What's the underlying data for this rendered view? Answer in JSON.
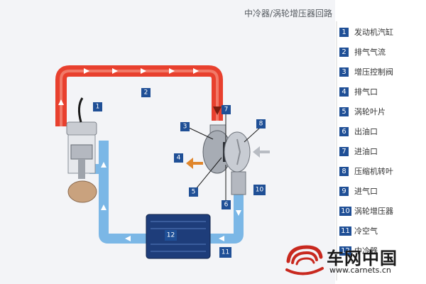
{
  "title": "中冷器/涡轮增压器回路",
  "legend": [
    {
      "num": "1",
      "label": "发动机汽缸"
    },
    {
      "num": "2",
      "label": "排气气流"
    },
    {
      "num": "3",
      "label": "增压控制阀"
    },
    {
      "num": "4",
      "label": "排气口"
    },
    {
      "num": "5",
      "label": "涡轮叶片"
    },
    {
      "num": "6",
      "label": "出油口"
    },
    {
      "num": "7",
      "label": "进油口"
    },
    {
      "num": "8",
      "label": "压缩机转叶"
    },
    {
      "num": "9",
      "label": "进气口"
    },
    {
      "num": "10",
      "label": "涡轮增压器"
    },
    {
      "num": "11",
      "label": "冷空气"
    },
    {
      "num": "12",
      "label": "中冷器"
    }
  ],
  "callouts": {
    "c1": "1",
    "c2": "2",
    "c3": "3",
    "c4": "4",
    "c5": "5",
    "c6": "6",
    "c7": "7",
    "c8": "8",
    "c10": "10",
    "c11": "11",
    "c12": "12"
  },
  "watermark": {
    "name": "车网中国",
    "url": "www.carnets.cn"
  },
  "colors": {
    "hot_flow": "#e8402e",
    "cold_flow": "#7bb7e6",
    "badge": "#1f4f96",
    "intercooler": "#1e3d7a"
  }
}
